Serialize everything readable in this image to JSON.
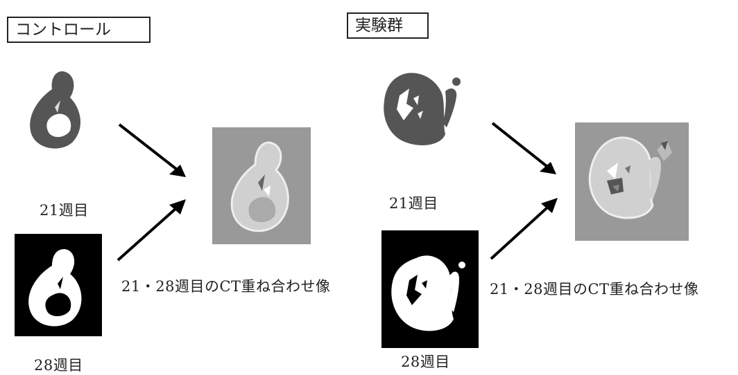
{
  "groups": {
    "control": {
      "label": "コントロール",
      "week21_caption": "21週目",
      "week28_caption": "28週目",
      "overlay_caption": "21・28週目のCT重ね合わせ像"
    },
    "experimental": {
      "label": "実験群",
      "week21_caption": "21週目",
      "week28_caption": "28週目",
      "overlay_caption": "21・28週目のCT重ね合わせ像"
    }
  },
  "colors": {
    "scan_dark": "#555555",
    "scan_black_bg": "#000000",
    "overlay_bg": "#999999",
    "overlay_light": "#cfcfcf",
    "arrow": "#000000"
  }
}
